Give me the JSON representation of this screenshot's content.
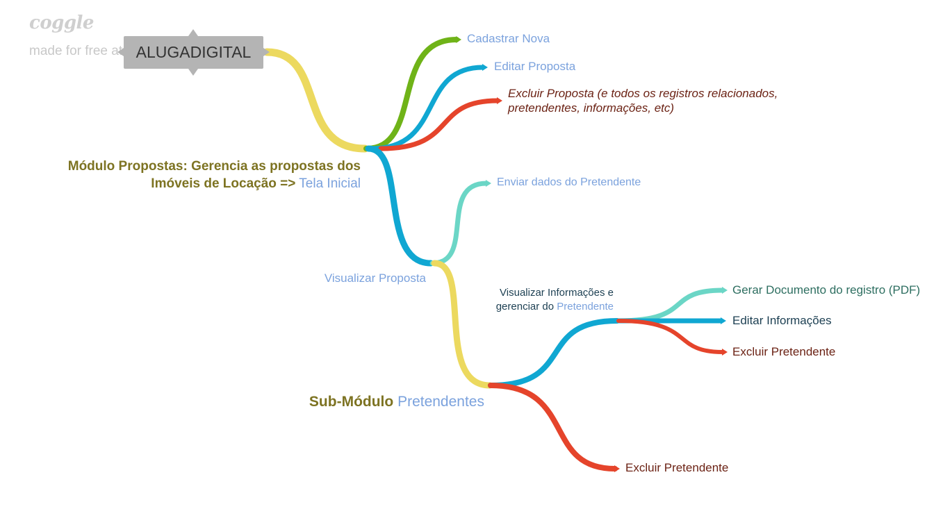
{
  "watermark": {
    "logo": "coggle",
    "subtitle": "made for free at coggle.it"
  },
  "root": {
    "title": "ALUGADIGITAL"
  },
  "nodes": {
    "module": {
      "line1": "Módulo Propostas: Gerencia as propostas dos",
      "line2_bold": "Imóveis de Locação =>",
      "line2_link": "Tela Inicial"
    },
    "cadastrar": "Cadastrar Nova",
    "editar_proposta": "Editar Proposta",
    "excluir_proposta": {
      "line1": "Excluir Proposta (e todos os registros relacionados,",
      "line2": "pretendentes, informações, etc)"
    },
    "visualizar_proposta": "Visualizar Proposta",
    "enviar_dados": "Enviar dados do Pretendente",
    "submodulo": {
      "bold": "Sub-Módulo",
      "link": "Pretendentes"
    },
    "visualizar_info": {
      "line1": "Visualizar Informações e",
      "line2_text": "gerenciar do",
      "line2_link": "Pretendente"
    },
    "gerar_documento": "Gerar Documento do registro (PDF)",
    "editar_info": "Editar Informações",
    "excluir_pretendente_1": "Excluir Pretendente",
    "excluir_pretendente_2": "Excluir Pretendente"
  },
  "colors": {
    "yellow": "#ecd95f",
    "green": "#6fb318",
    "blue": "#10a7d2",
    "red": "#e5442b",
    "teal": "#6bd6c6",
    "root_fill": "#b4b4b4"
  }
}
